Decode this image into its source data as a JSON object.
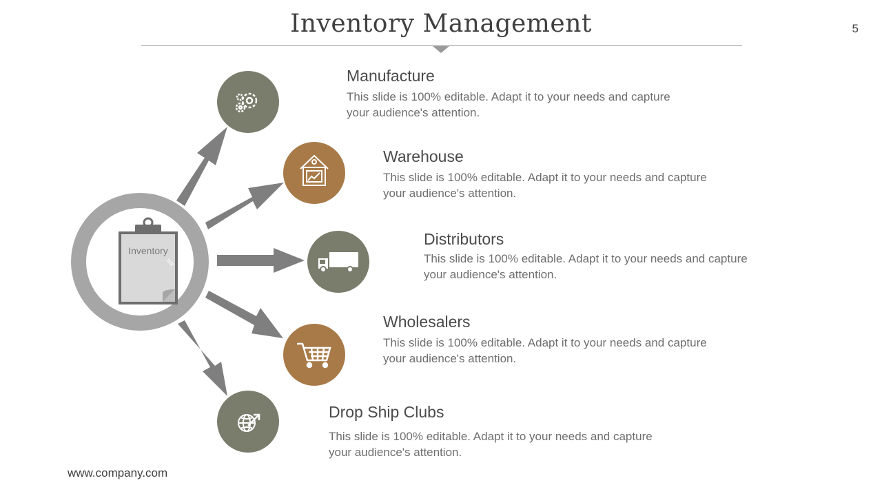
{
  "slide": {
    "title": "Inventory Management",
    "page_number": "5",
    "footer_url": "www.company.com"
  },
  "hub": {
    "label": "Inventory",
    "icon": "clipboard-icon"
  },
  "items": [
    {
      "title": "Manufacture",
      "desc_line1": "This slide is 100% editable. Adapt it to your needs and capture",
      "desc_line2": "your audience's attention.",
      "icon": "gears-icon",
      "color": "#7a7d6c"
    },
    {
      "title": "Warehouse",
      "desc_line1": "This slide is 100% editable. Adapt it to your needs and capture",
      "desc_line2": "your audience's attention.",
      "icon": "warehouse-icon",
      "color": "#a87a48"
    },
    {
      "title": "Distributors",
      "desc_line1": "This slide is 100% editable. Adapt it to your needs and capture",
      "desc_line2": "your audience's attention.",
      "icon": "truck-icon",
      "color": "#7a7d6c"
    },
    {
      "title": "Wholesalers",
      "desc_line1": "This slide is 100% editable. Adapt it to your needs and capture",
      "desc_line2": "your audience's attention.",
      "icon": "shopping-cart-icon",
      "color": "#a87a48"
    },
    {
      "title": "Drop Ship Clubs",
      "desc_line1": "This slide is 100% editable. Adapt it to your needs and capture",
      "desc_line2": "your audience's attention.",
      "icon": "globe-arrow-icon",
      "color": "#7a7d6c"
    }
  ],
  "colors": {
    "arrow": "#7f7f7f",
    "hub_ring": "#a6a6a6",
    "olive": "#7a7d6c",
    "brown": "#a87a48"
  }
}
